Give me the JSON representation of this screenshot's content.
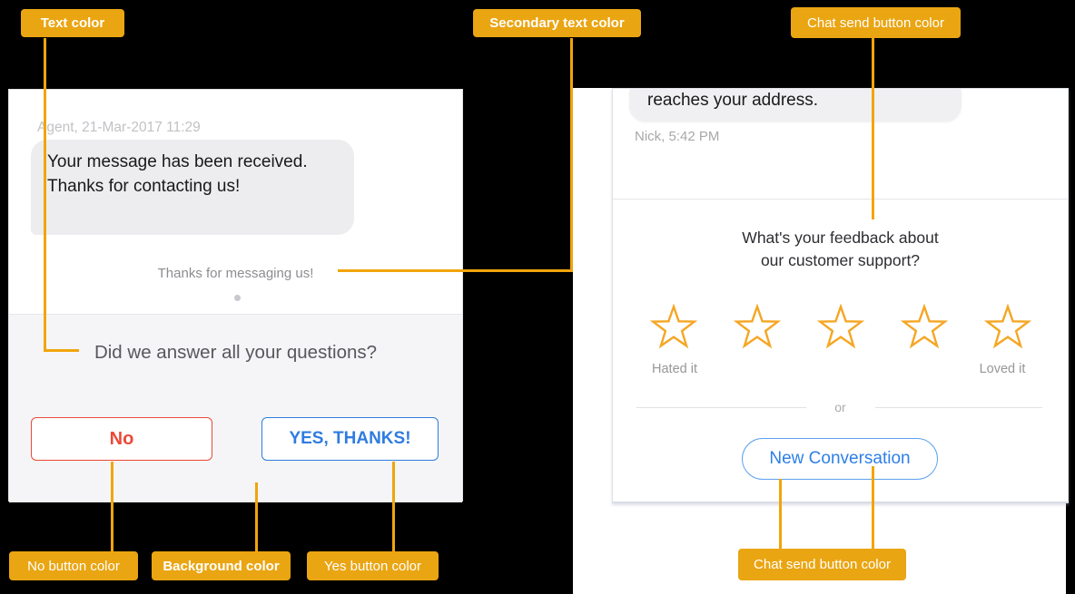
{
  "colors": {
    "callout_bg": "#EAA512",
    "callout_text": "#FFFFFF",
    "connector": "#F0A50C",
    "no_button": "#EB4938",
    "yes_button": "#2F7CE0",
    "star": "#F5A623",
    "new_conversation": "#2E7FE8",
    "background_section": "#F5F5F7"
  },
  "callouts": {
    "text_color": "Text color",
    "secondary_text_color": "Secondary text color",
    "chat_send_top": "Chat send button color",
    "no_button_color": "No button color",
    "background_color": "Background color",
    "yes_button_color": "Yes button color",
    "chat_send_bottom": "Chat send button color"
  },
  "left_chat": {
    "timestamp": "Agent, 21-Mar-2017 11:29",
    "message": "Your message has been received. Thanks for contacting us!",
    "secondary_text": "Thanks for messaging us!",
    "question": "Did we answer all your questions?",
    "no_label": "No",
    "yes_label": "YES, THANKS!"
  },
  "right_chat": {
    "message": "reaches your address.",
    "timestamp": "Nick, 5:42 PM",
    "feedback_line1": "What's your feedback about",
    "feedback_line2": "our customer support?",
    "rating_low": "Hated it",
    "rating_high": "Loved it",
    "divider_text": "or",
    "new_conversation": "New Conversation",
    "star_count": 5
  }
}
